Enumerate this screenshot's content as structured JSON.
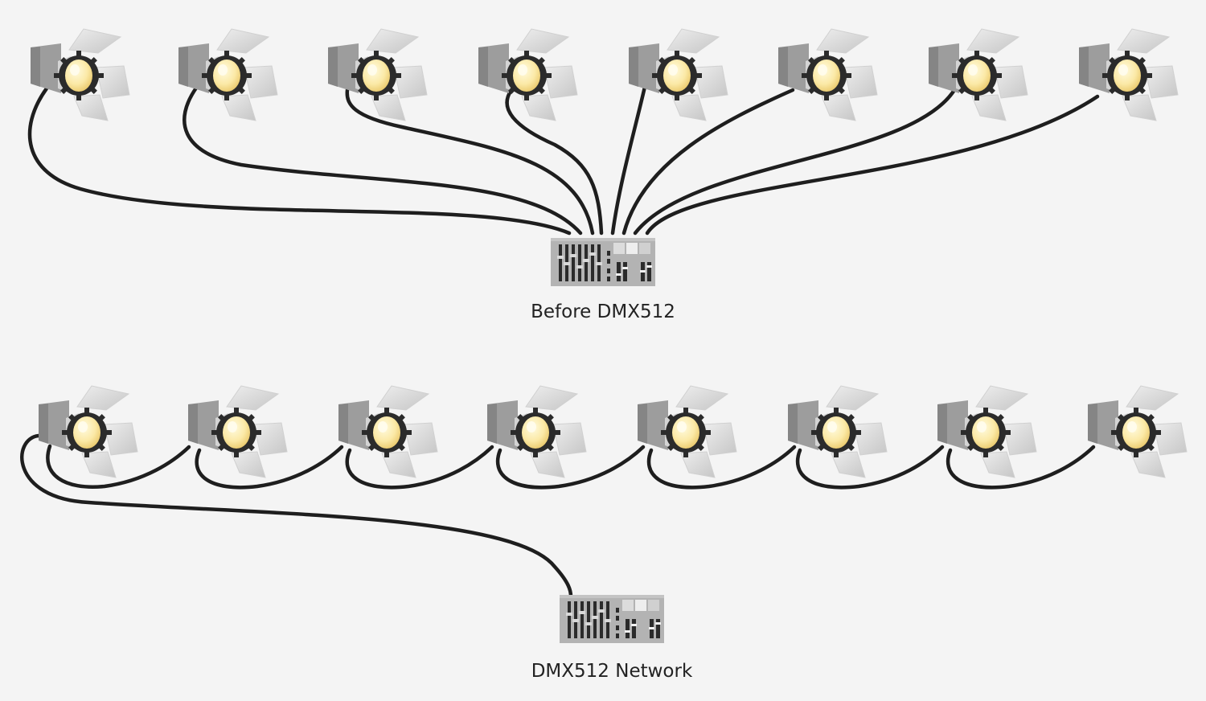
{
  "diagrams": [
    {
      "caption": "Before DMX512",
      "topology": "star",
      "fixture_count": 8,
      "controller": "lighting console"
    },
    {
      "caption": "DMX512 Network",
      "topology": "daisy-chain",
      "fixture_count": 8,
      "controller": "lighting console"
    }
  ],
  "icons": {
    "fixture": "spotlight-icon",
    "controller": "console-icon"
  },
  "colors": {
    "cable": "#1e1e1e",
    "lamp": "#fbe9a6",
    "housing": "#9a9a9a",
    "background": "#f4f4f4"
  }
}
